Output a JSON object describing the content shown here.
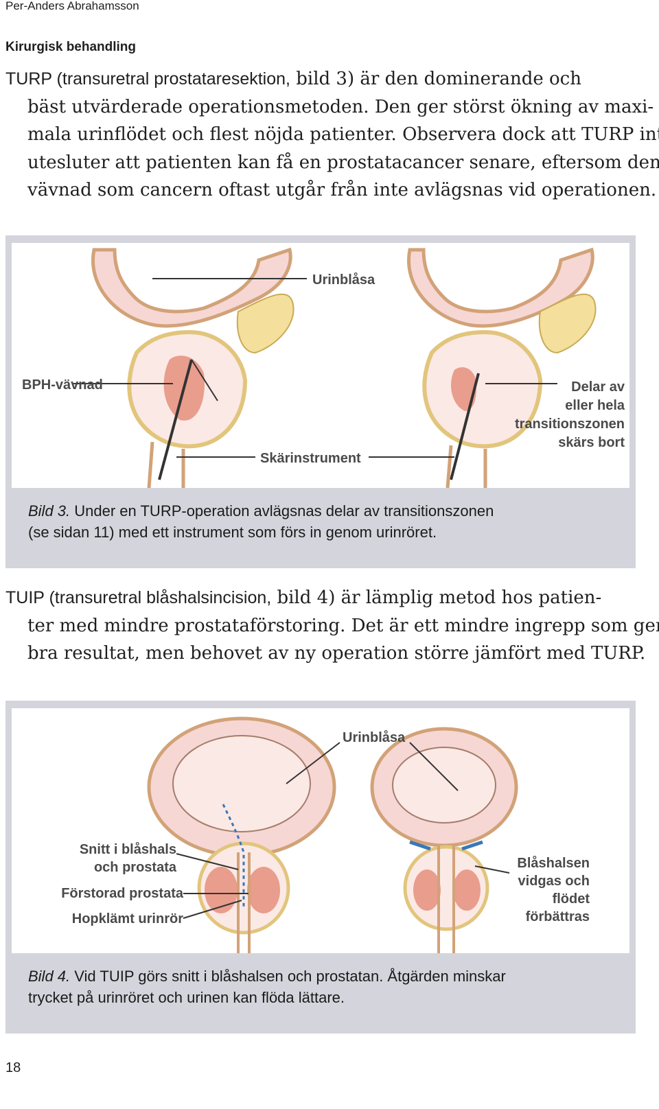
{
  "header": {
    "author": "Per-Anders Abrahamsson",
    "section_title": "Kirurgisk behandling"
  },
  "paragraph1": {
    "lead": "TURP (transuretral prostataresektion,",
    "line1_rest": " bild 3) är den dominerande och",
    "line2": "bäst utvärderade operationsmetoden. Den ger störst ökning av maxi-",
    "line3": "mala urinflödet och flest nöjda patienter. Observera dock att TURP inte",
    "line4": "utesluter att patienten kan få en prostatacancer senare, eftersom den",
    "line5": "vävnad som cancern oftast utgår från inte avlägsnas vid operationen."
  },
  "figure3": {
    "labels": {
      "bladder": "Urinblåsa",
      "bph": "BPH-vävnad",
      "instrument": "Skärinstrument",
      "removed": [
        "Delar av",
        "eller hela",
        "transitionszonen",
        "skärs bort"
      ]
    },
    "caption_label": "Bild 3.",
    "caption_line1": " Under en TURP-operation avlägsnas delar av transitionszonen",
    "caption_line2": "(se sidan 11) med ett instrument som förs in genom urinröret."
  },
  "paragraph2": {
    "lead": "TUIP (transuretral blåshalsincision,",
    "line1_rest": " bild 4) är lämplig metod hos patien-",
    "line2": "ter med mindre prostataförstoring. Det är ett mindre ingrepp som ger",
    "line3": "bra resultat, men behovet av ny operation större jämfört med TURP."
  },
  "figure4": {
    "labels": {
      "bladder": "Urinblåsa",
      "incision": [
        "Snitt i blåshals",
        "och prostata"
      ],
      "enlarged": "Förstorad prostata",
      "compressed": "Hopklämt urinrör",
      "widened": [
        "Blåshalsen",
        "vidgas och",
        "flödet",
        "förbättras"
      ]
    },
    "caption_label": "Bild 4.",
    "caption_line1": " Vid TUIP görs snitt i blåshalsen och prostatan. Åtgärden minskar",
    "caption_line2": "trycket på urinröret och urinen kan flöda lättare."
  },
  "footer": {
    "page_number": "18"
  },
  "colors": {
    "caption_background": "#d4d4dc",
    "tissue_pink": "#f6d7d4",
    "tissue_red": "#e3836f",
    "wall_yellow": "#f4df9c",
    "arrow_blue": "#3a78b8"
  }
}
